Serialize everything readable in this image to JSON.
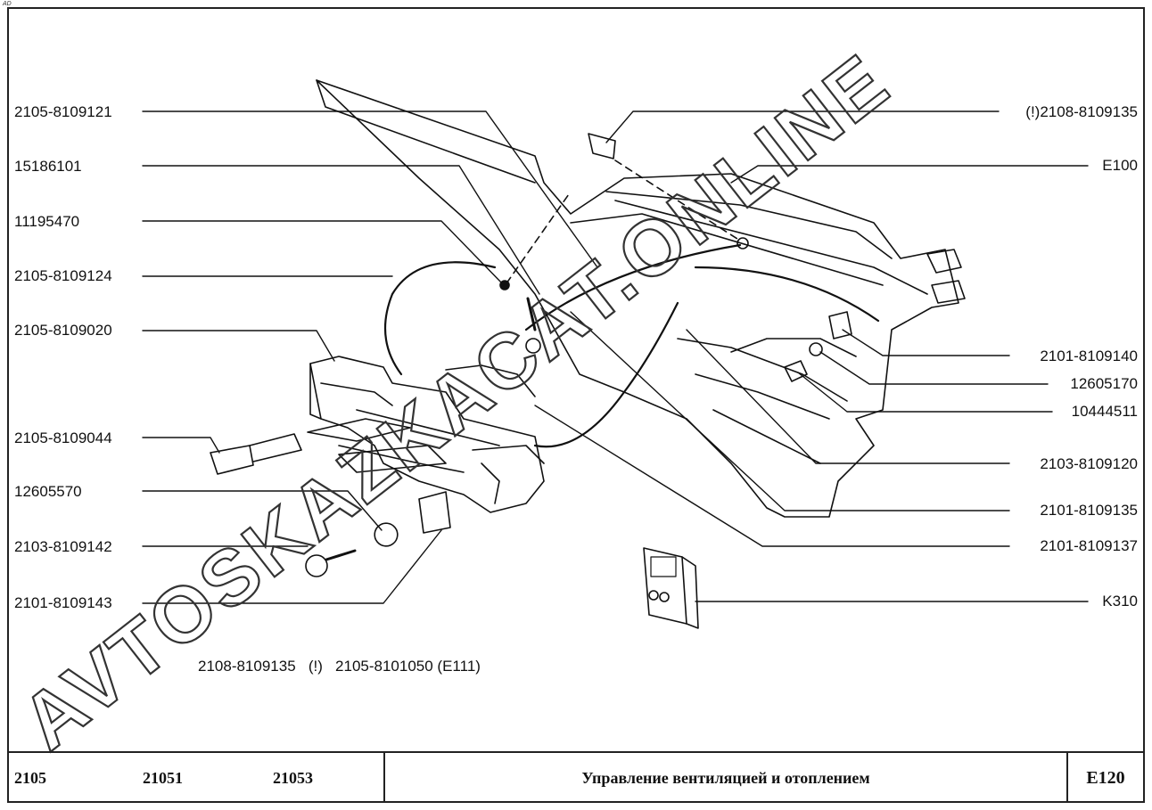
{
  "corner_mark": "AD",
  "labels_left": [
    "2105-8109121",
    "15186101",
    "11195470",
    "2105-8109124",
    "2105-8109020",
    "2105-8109044",
    "12605570",
    "2103-8109142",
    "2101-8109143"
  ],
  "labels_right": [
    "(!)2108-8109135",
    "E100",
    "2101-8109140",
    "12605170",
    "10444511",
    "2103-8109120",
    "2101-8109135",
    "2101-8109137",
    "K310"
  ],
  "note": "2108-8109135   (!)   2105-8101050 (E111)",
  "watermark": "AVTOSKAZKACAT.ONLINE",
  "footer": {
    "models": [
      "2105",
      "21051",
      "21053"
    ],
    "title": "Управление вентиляцией и отоплением",
    "code": "E120"
  },
  "colors": {
    "ink": "#111111",
    "paper": "#ffffff",
    "watermark_stroke": "#333333"
  }
}
